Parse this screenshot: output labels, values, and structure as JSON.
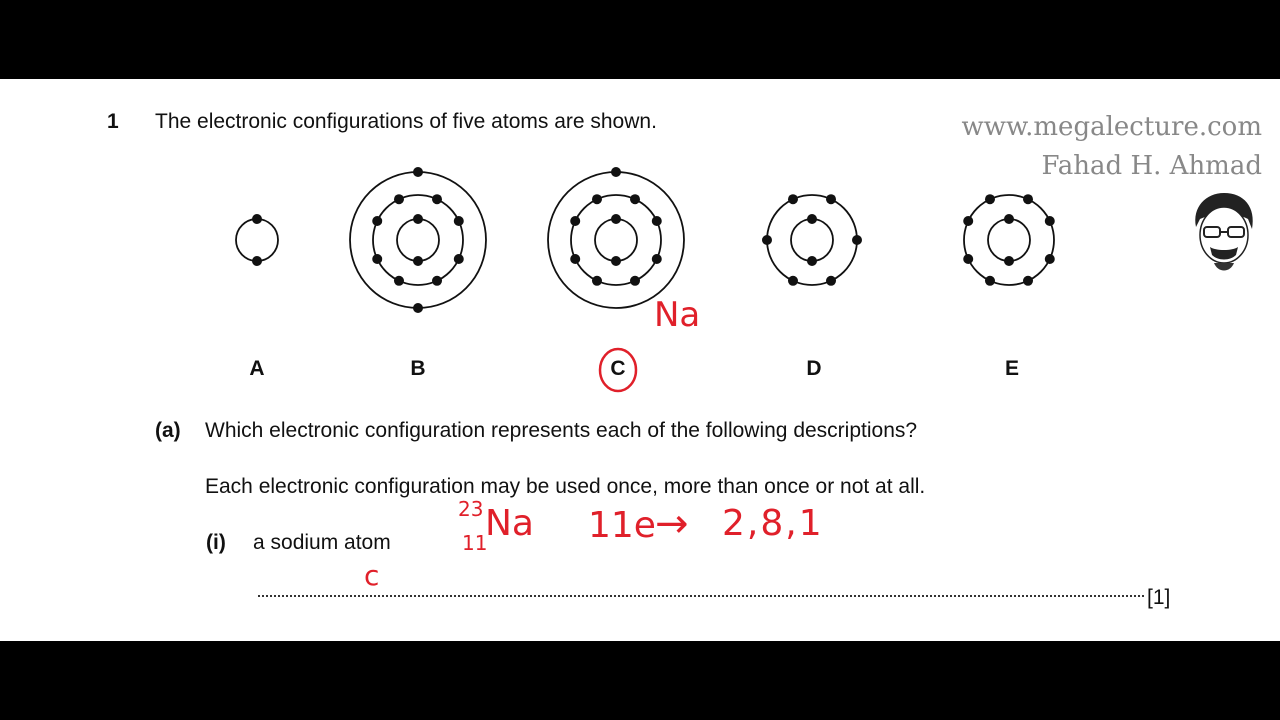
{
  "question": {
    "number": "1",
    "stem": "The electronic configurations of five atoms are shown.",
    "atom_labels": [
      "A",
      "B",
      "C",
      "D",
      "E"
    ],
    "part_a": {
      "label": "(a)",
      "question": "Which electronic configuration represents each of the following descriptions?",
      "instruction": "Each electronic configuration may be used once, more than once or not at all.",
      "item_i": {
        "label": "(i)",
        "text": "a sodium atom",
        "marks": "[1]"
      }
    }
  },
  "watermark": {
    "site": "www.megalecture.com",
    "author": "Fahad H. Ahmad"
  },
  "handwriting": {
    "na_label": "Na",
    "mass_number": "23",
    "atomic_number": "11",
    "symbol": "Na",
    "electrons": "11e",
    "arrow": "→",
    "configuration": "2,8,1",
    "answer": "c"
  },
  "colors": {
    "annotation": "#e0202a",
    "watermark": "#888888"
  }
}
